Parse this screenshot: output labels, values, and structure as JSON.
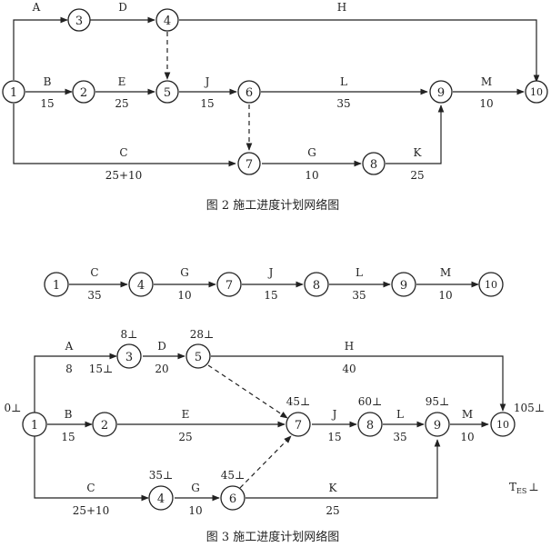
{
  "fig2": {
    "caption": "图 2   施工进度计划网络图",
    "nodes": [
      "1",
      "2",
      "3",
      "4",
      "5",
      "6",
      "7",
      "8",
      "9",
      "10"
    ],
    "activities": {
      "A": {
        "name": "A",
        "dur": ""
      },
      "D": {
        "name": "D",
        "dur": ""
      },
      "H": {
        "name": "H",
        "dur": ""
      },
      "B": {
        "name": "B",
        "dur": "15"
      },
      "E": {
        "name": "E",
        "dur": "25"
      },
      "J": {
        "name": "J",
        "dur": "15"
      },
      "L": {
        "name": "L",
        "dur": "35"
      },
      "M": {
        "name": "M",
        "dur": "10"
      },
      "C": {
        "name": "C",
        "dur": "25+10"
      },
      "G": {
        "name": "G",
        "dur": "10"
      },
      "K": {
        "name": "K",
        "dur": "25"
      }
    }
  },
  "critical_path": {
    "nodes": [
      "1",
      "4",
      "7",
      "8",
      "9",
      "10"
    ],
    "activities": [
      {
        "name": "C",
        "dur": "35"
      },
      {
        "name": "G",
        "dur": "10"
      },
      {
        "name": "J",
        "dur": "15"
      },
      {
        "name": "L",
        "dur": "35"
      },
      {
        "name": "M",
        "dur": "10"
      }
    ]
  },
  "fig3": {
    "caption": "图 3   施工进度计划网络图",
    "nodes": [
      "1",
      "2",
      "3",
      "4",
      "5",
      "6",
      "7",
      "8",
      "9",
      "10"
    ],
    "times": {
      "n1": "0⊥",
      "n3": "8⊥",
      "n3b": "15⊥",
      "n5": "28⊥",
      "n4": "35⊥",
      "n6": "45⊥",
      "n7": "45⊥",
      "n8": "60⊥",
      "n9": "95⊥",
      "n10": "105⊥"
    },
    "legend": {
      "t": "T",
      "sub": "ES",
      "mark": "⊥"
    },
    "activities": {
      "A": {
        "name": "A",
        "dur": "8"
      },
      "D": {
        "name": "D",
        "dur": "20"
      },
      "H": {
        "name": "H",
        "dur": "40"
      },
      "B": {
        "name": "B",
        "dur": "15"
      },
      "E": {
        "name": "E",
        "dur": "25"
      },
      "J": {
        "name": "J",
        "dur": "15"
      },
      "L": {
        "name": "L",
        "dur": "35"
      },
      "M": {
        "name": "M",
        "dur": "10"
      },
      "C": {
        "name": "C",
        "dur": "25+10"
      },
      "G": {
        "name": "G",
        "dur": "10"
      },
      "K": {
        "name": "K",
        "dur": "25"
      }
    }
  }
}
